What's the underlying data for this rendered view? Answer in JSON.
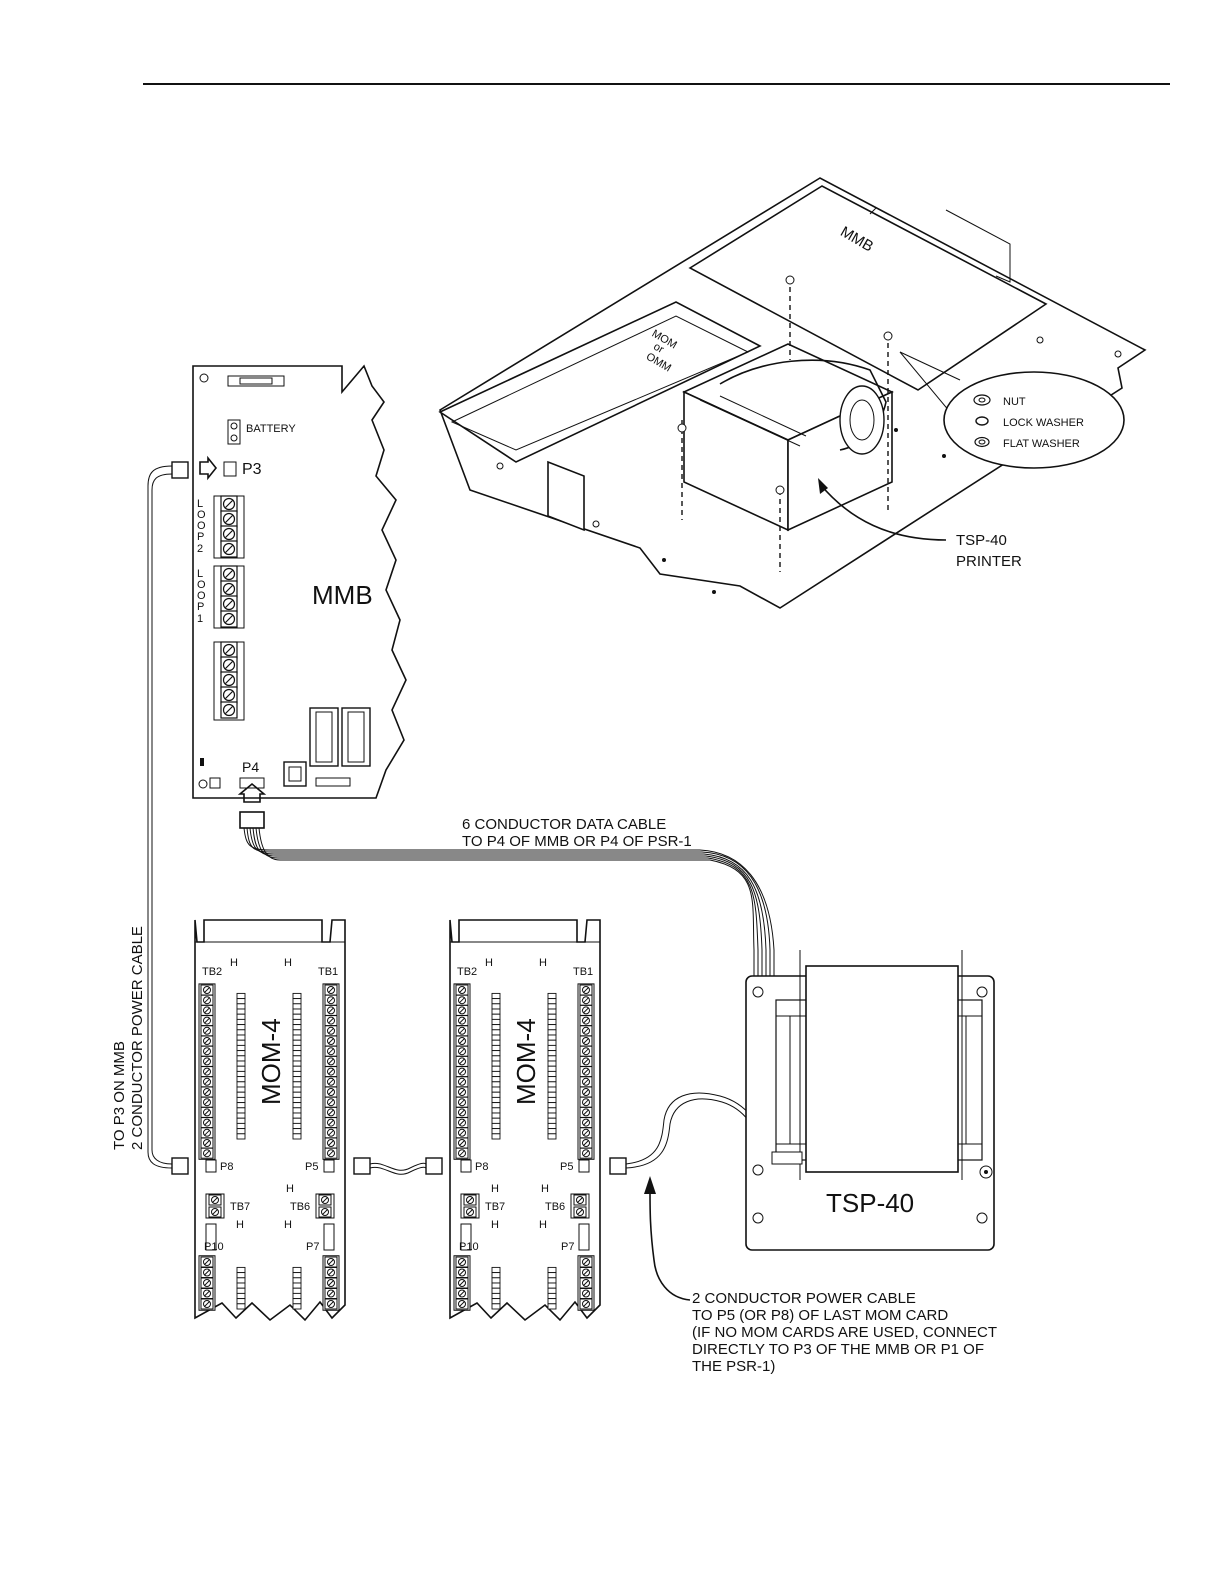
{
  "mmb_board": {
    "title": "MMB",
    "battery": "BATTERY",
    "p3": "P3",
    "p4": "P4",
    "loop2": [
      "L",
      "O",
      "O",
      "P",
      "2"
    ],
    "loop1": [
      "L",
      "O",
      "O",
      "P",
      "1"
    ]
  },
  "printer_assembly": {
    "mmb_label": "MMB",
    "mom_label": [
      "MOM",
      "or",
      "OMM"
    ],
    "hardware": [
      "NUT",
      "LOCK WASHER",
      "FLAT WASHER"
    ],
    "printer_label": [
      "TSP-40",
      "PRINTER"
    ]
  },
  "mom_boards": [
    {
      "title": "MOM-4",
      "tb2": "TB2",
      "tb1": "TB1",
      "p8": "P8",
      "p5": "P5",
      "tb7": "TB7",
      "tb6": "TB6",
      "p10": "P10",
      "p7": "P7"
    },
    {
      "title": "MOM-4",
      "tb2": "TB2",
      "tb1": "TB1",
      "p8": "P8",
      "p5": "P5",
      "tb7": "TB7",
      "tb6": "TB6",
      "p10": "P10",
      "p7": "P7"
    }
  ],
  "printer_unit": {
    "label": "TSP-40"
  },
  "callouts": {
    "data_cable": [
      "6 CONDUCTOR DATA CABLE",
      "TO P4 OF MMB OR P4 OF PSR-1"
    ],
    "power_to_p3": [
      "TO P3 ON MMB",
      "2 CONDUCTOR POWER CABLE"
    ],
    "power_cable": [
      "2 CONDUCTOR POWER CABLE",
      "TO P5 (OR P8) OF LAST MOM CARD",
      "(IF NO MOM CARDS ARE USED, CONNECT",
      "DIRECTLY TO P3 OF THE MMB OR P1 OF",
      "THE PSR-1)"
    ]
  }
}
